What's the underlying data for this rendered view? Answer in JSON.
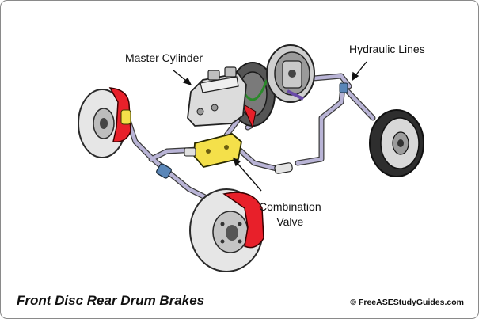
{
  "labels": {
    "master_cylinder": "Master Cylinder",
    "hydraulic_lines": "Hydraulic Lines",
    "combination_valve_line1": "Combination",
    "combination_valve_line2": "Valve"
  },
  "title": "Front Disc Rear Drum Brakes",
  "credit": "© FreeASEStudyGuides.com",
  "colors": {
    "caliper": "#e8202a",
    "brake_line": "#b9b4d6",
    "combination_valve": "#f4e04a",
    "rotor": "#e6e6e6",
    "drum": "#3a3a3a"
  }
}
